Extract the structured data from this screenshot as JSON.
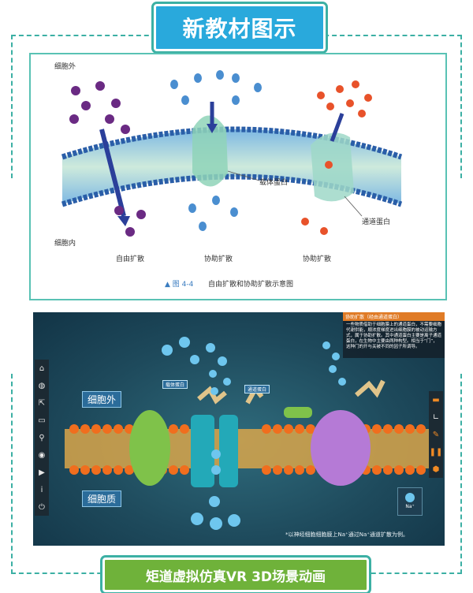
{
  "header": {
    "title": "新教材图示"
  },
  "footer": {
    "title": "矩道虚拟仿真VR 3D场景动画"
  },
  "textbook": {
    "outside_label": "细胞外",
    "inside_label": "细胞内",
    "carrier_label": "载体蛋白",
    "channel_label": "通道蛋白",
    "col_free": "自由扩散",
    "col_facilitated_1": "协助扩散",
    "col_facilitated_2": "协助扩散",
    "caption_fig": "▲ 图 4-4",
    "caption_text": "自由扩散和协助扩散示意图",
    "colors": {
      "free": "#6a2a83",
      "carrier": "#4a8ed0",
      "channel": "#e8522a"
    }
  },
  "vr": {
    "outside_label": "细胞外",
    "inside_label": "细胞质",
    "tag_carrier": "载体蛋白",
    "tag_channel": "通道蛋白",
    "info_title": "协助扩散（经由通道蛋白）",
    "info_text": "一些物质借助于细胞膜上的通道蛋白，不需要细胞代谢供能，顺浓度梯度进出细胞膜的被动运输方式，属于协助扩散。其中通道蛋白主要是离子通道蛋白，在生物中主要由两种构型。相当于“门”，这种门的开与关被不同的因子所调导。",
    "footnote": "*以神经细胞细胞膜上Na⁺通过Na⁺通道扩散为例。",
    "corner_label": "Na⁺",
    "left_tools": [
      "home-icon",
      "brain-icon",
      "arrow-icon",
      "screen-icon",
      "microscope-icon",
      "camera-icon",
      "video-icon",
      "info-icon",
      "power-icon"
    ],
    "right_tools": [
      "panel-icon",
      "ruler-icon",
      "brush-icon",
      "pause-icon",
      "cube-icon"
    ]
  }
}
